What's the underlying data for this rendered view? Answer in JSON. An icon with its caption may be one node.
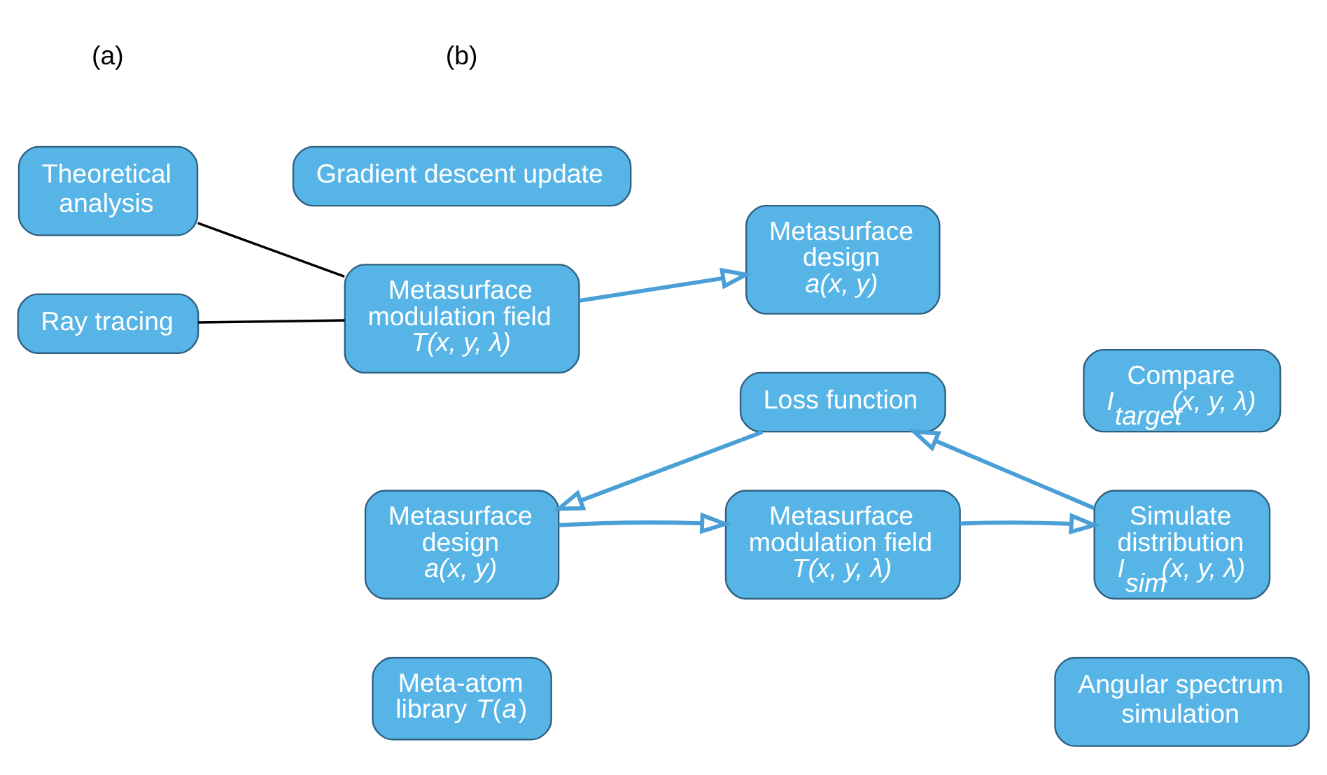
{
  "diagram": {
    "nodes": [
      {
        "text": [
          "Theoretical analysis"
        ]
      },
      {
        "text": [
          "Ray tracing"
        ]
      },
      {
        "text": [
          "Metasurface modulation field",
          "T(x, y, λ)"
        ]
      },
      {
        "text": [
          "Metasurface design",
          "a(x, y)"
        ]
      },
      {
        "text": [
          "Loss function"
        ]
      },
      {
        "text": [
          "Compare",
          "I$_{target}$(x, y, λ)"
        ]
      },
      {
        "text": [
          "Gradient descent update"
        ]
      },
      {
        "text": [
          "Metasurface design",
          "a(x, y)"
        ]
      },
      {
        "text": [
          "Metasurface modulation field",
          "T(x, y, λ)"
        ]
      },
      {
        "text": [
          "Simulate distribution",
          "I$_{sim}$(x, y, λ)"
        ]
      },
      {
        "text": [
          "Meta-atom library *T*(*a*)"
        ]
      },
      {
        "text": [
          "Angular spectrum simulation"
        ]
      }
    ],
    "edges": [
      {
        "from": 0,
        "to": 2,
        "arrow": "none",
        "color": "#000000"
      },
      {
        "from": 1,
        "to": 2,
        "arrow": "none",
        "color": "#000000"
      },
      {
        "from": 2,
        "to": 3,
        "arrow": "to"
      },
      {
        "from": 9,
        "to": 4,
        "arrow": "to"
      },
      {
        "from": 4,
        "to": 7,
        "arrow": "to"
      },
      {
        "from": 7,
        "to": 8,
        "arrow": "to"
      },
      {
        "from": 8,
        "to": 9,
        "arrow": "to"
      }
    ],
    "labels": [
      "(a)",
      "(b)"
    ]
  }
}
